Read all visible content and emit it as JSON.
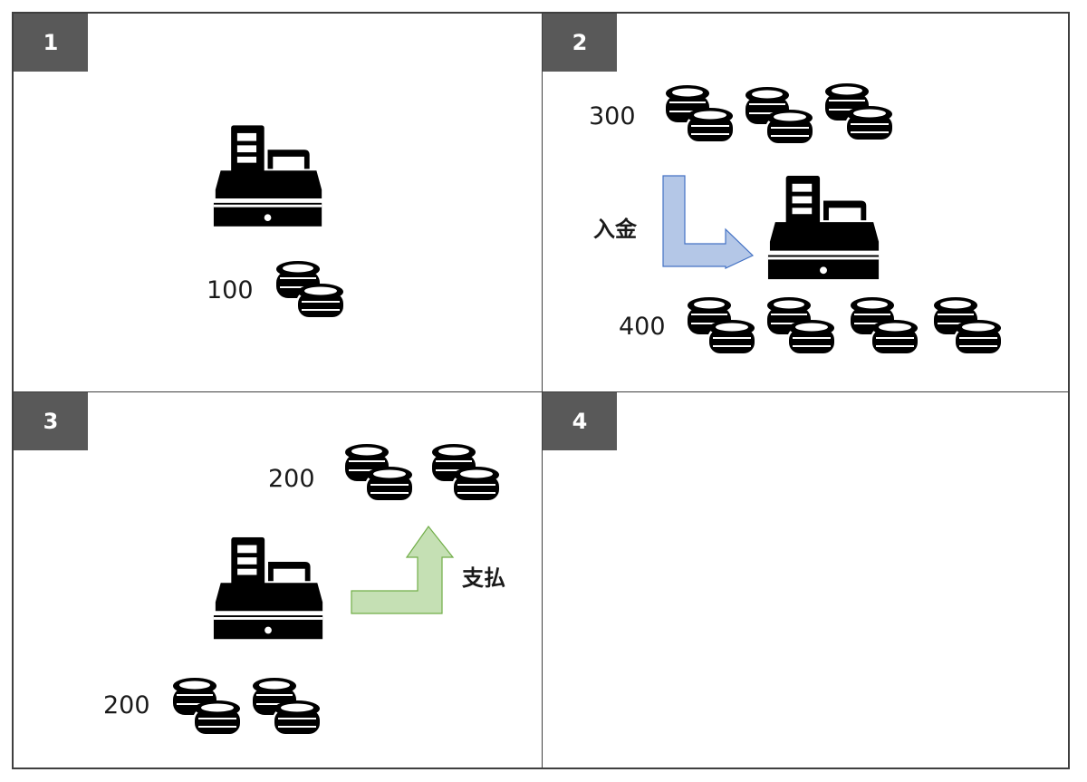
{
  "panels": [
    {
      "number": "1",
      "amount": "100"
    },
    {
      "number": "2",
      "amount_top": "300",
      "label": "入金",
      "amount_bottom": "400"
    },
    {
      "number": "3",
      "amount_top": "200",
      "label": "支払",
      "amount_bottom": "200"
    },
    {
      "number": "4"
    }
  ],
  "icons": {
    "register": "cash-register-icon",
    "coins": "coin-stack-icon",
    "deposit_arrow": "deposit-arrow-icon",
    "payment_arrow": "payment-arrow-icon"
  },
  "colors": {
    "badge": "#595959",
    "border": "#3f3f3f",
    "icon": "#000000",
    "deposit_arrow_fill": "#b4c7e7",
    "deposit_arrow_stroke": "#4472c4",
    "payment_arrow_fill": "#c5e0b4",
    "payment_arrow_stroke": "#70ad47"
  }
}
